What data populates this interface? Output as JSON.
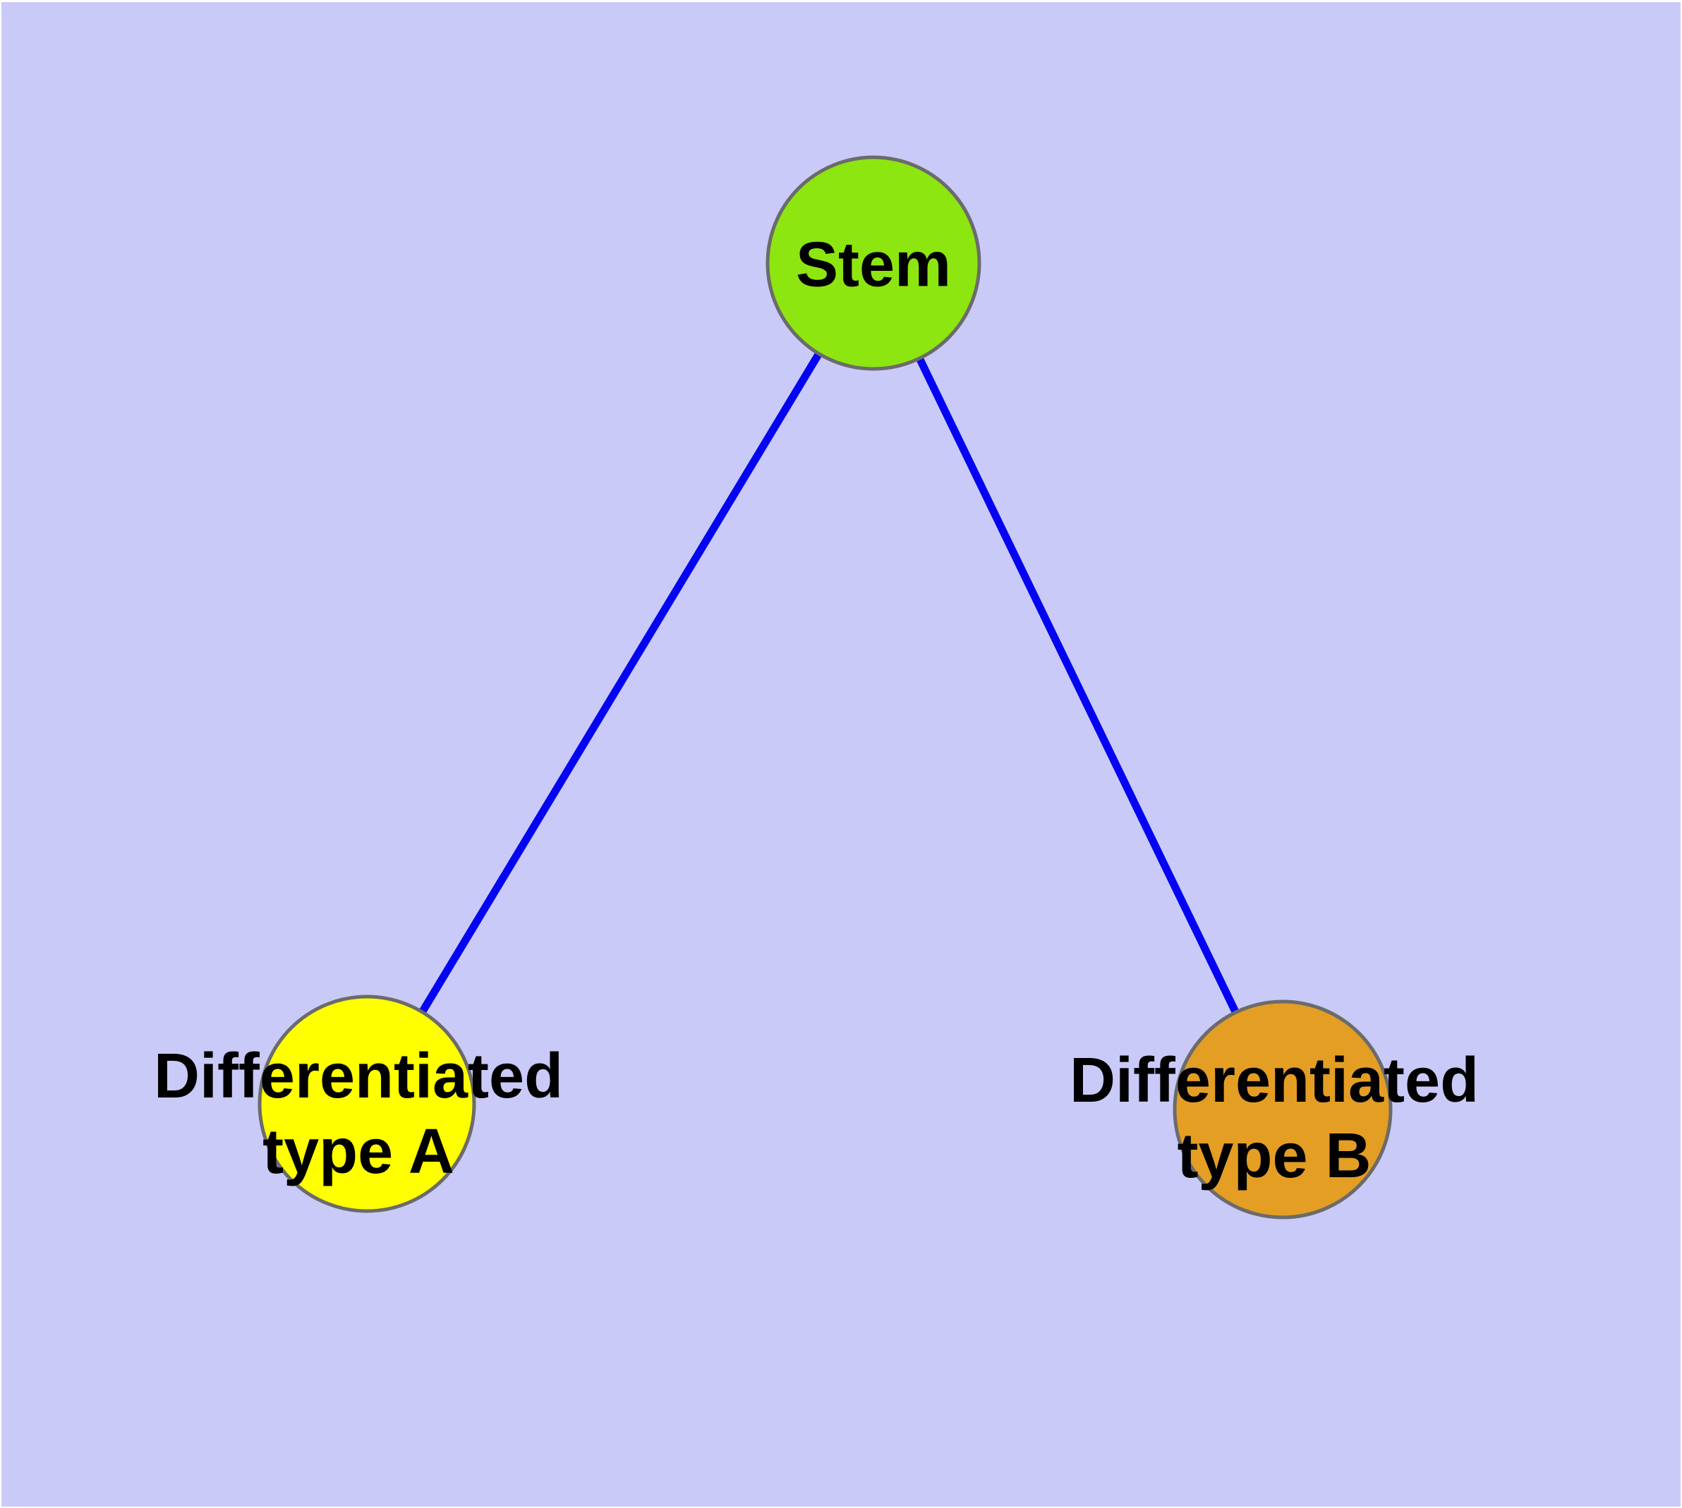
{
  "colors": {
    "background": "#CACAF9",
    "frame": "#FFFFFF",
    "edge": "#0404F2",
    "node_border": "#6B6B6B",
    "text": "#000000",
    "stem_fill": "#8DE60F",
    "type_a_fill": "#FFFF00",
    "type_b_fill": "#E49E24"
  },
  "graph": {
    "nodes": [
      {
        "id": "stem",
        "lines": [
          "Stem"
        ],
        "fill": "#8DE60F"
      },
      {
        "id": "differentiated-type-a",
        "lines": [
          "Differentiated",
          "type A"
        ],
        "fill": "#FFFF00"
      },
      {
        "id": "differentiated-type-b",
        "lines": [
          "Differentiated",
          "type B"
        ],
        "fill": "#E49E24"
      }
    ],
    "edges": [
      {
        "from": "stem",
        "to": "differentiated-type-a"
      },
      {
        "from": "stem",
        "to": "differentiated-type-b"
      }
    ]
  }
}
